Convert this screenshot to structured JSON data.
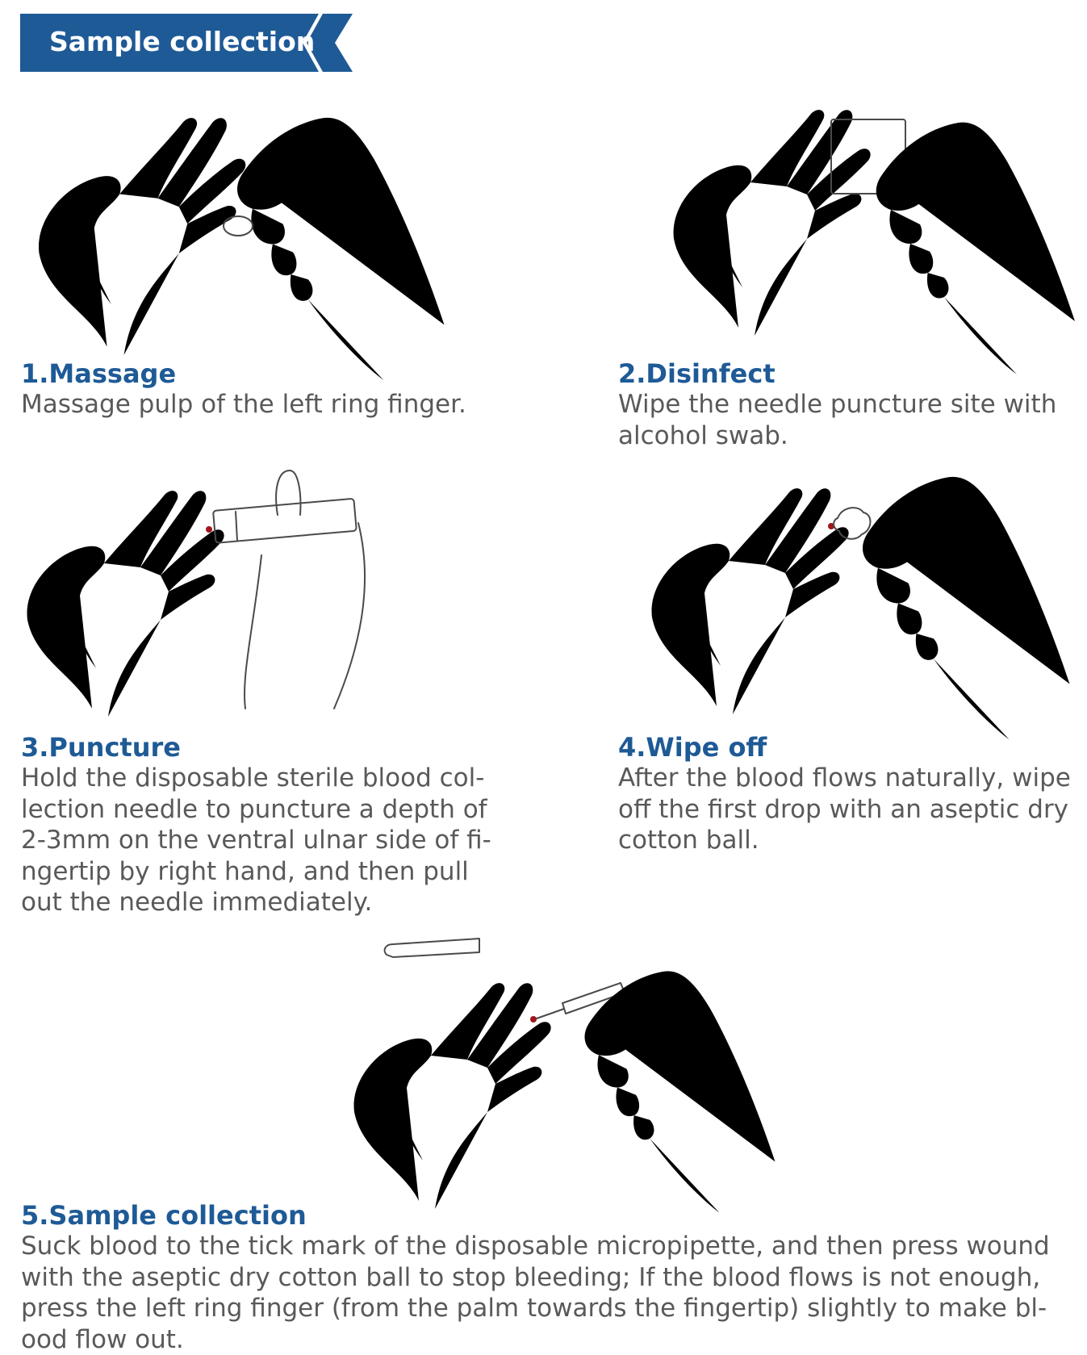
{
  "header": {
    "title": "Sample collection",
    "color": "#1e5a96"
  },
  "steps": [
    {
      "title": "1.Massage",
      "lines": [
        "Massage pulp of the left ring finger."
      ]
    },
    {
      "title": "2.Disinfect",
      "lines": [
        "Wipe the needle puncture site with",
        "alcohol swab."
      ]
    },
    {
      "title": "3.Puncture",
      "lines": [
        "Hold the disposable sterile blood col-",
        "lection needle to puncture a depth of",
        "2-3mm on the ventral ulnar side of fi-",
        "ngertip by right hand, and then pull",
        "out the needle immediately."
      ]
    },
    {
      "title": "4.Wipe off",
      "lines": [
        "After the blood flows naturally, wipe",
        "off the first drop with an aseptic dry",
        "cotton ball."
      ]
    },
    {
      "title": "5.Sample collection",
      "lines": [
        "Suck blood to the tick mark of the disposable micropipette, and then press wound",
        "with the aseptic dry cotton ball to stop bleeding; If the blood flows is not enough,",
        "press the left ring finger (from the palm towards the fingertip) slightly to make bl-",
        "ood flow out."
      ]
    }
  ],
  "colors": {
    "title": "#1e5a96",
    "body": "#595959",
    "blood": "#a0161b"
  }
}
